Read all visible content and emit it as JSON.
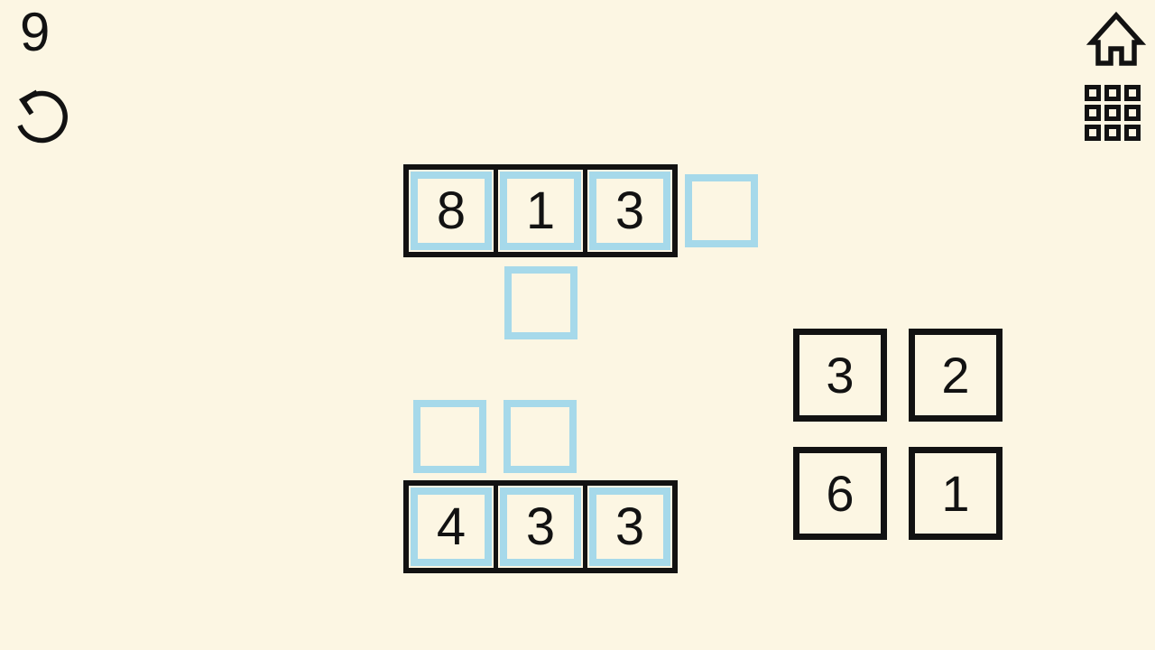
{
  "colors": {
    "background": "#FCF6E3",
    "slot_blue": "#A6D9EA",
    "ink": "#121212"
  },
  "hud": {
    "counter": "9"
  },
  "icons": {
    "undo": "undo-icon",
    "home": "home-icon",
    "levels": "levels-grid-icon"
  },
  "board": {
    "top_row_tiles": [
      "8",
      "1",
      "3"
    ],
    "bottom_row_tiles": [
      "4",
      "3",
      "3"
    ],
    "empty_slot_count": 4
  },
  "tray": {
    "tiles": [
      "3",
      "2",
      "6",
      "1"
    ]
  }
}
